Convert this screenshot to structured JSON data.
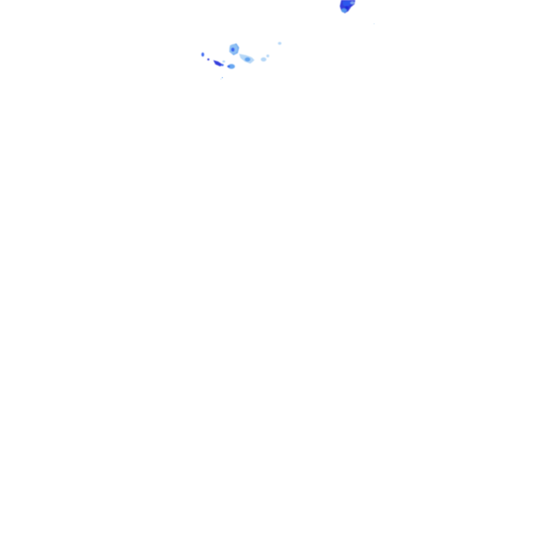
{
  "map": {
    "kind": "precipitation radar overlay",
    "background": "#ffffff",
    "palette": {
      "light": "#9ccaf4",
      "medium": "#5a9ef0",
      "heavy": "#2f5cf0",
      "intense": "#1c2ad8"
    },
    "echo_clusters": [
      {
        "name": "northeast-cluster",
        "intensity": "intense"
      },
      {
        "name": "central-band-cluster",
        "intensity": "medium"
      },
      {
        "name": "western-fragment-cluster",
        "intensity": "heavy"
      },
      {
        "name": "scattered-specks",
        "intensity": "light"
      }
    ]
  }
}
